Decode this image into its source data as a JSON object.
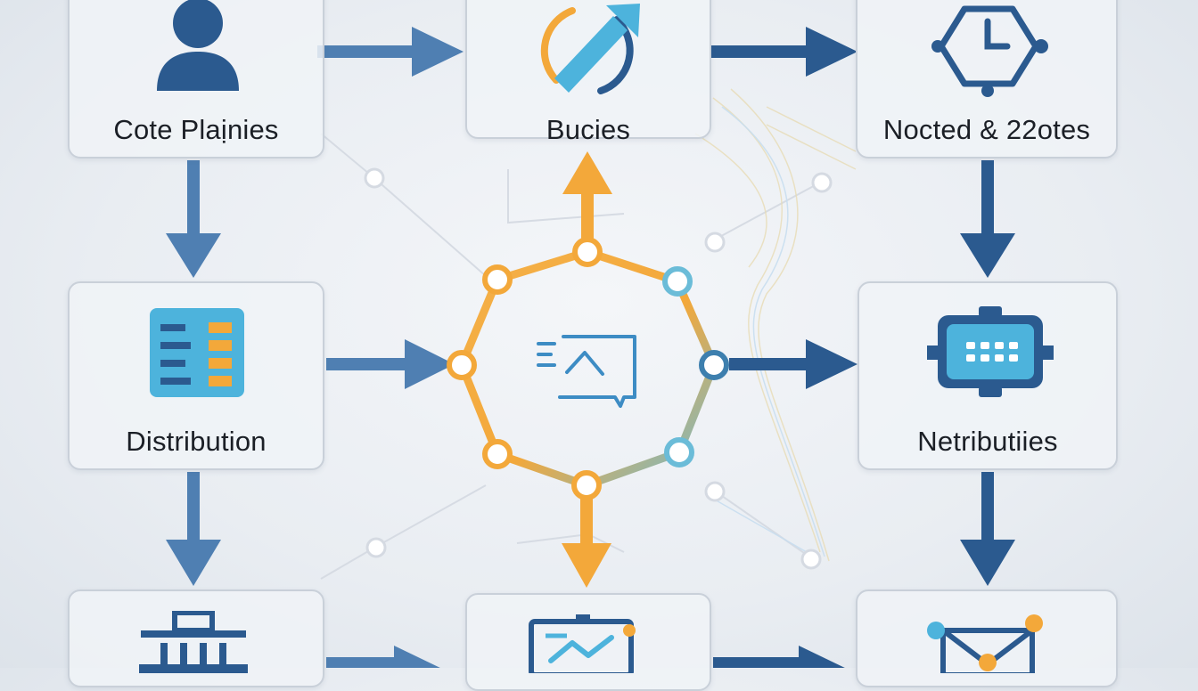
{
  "colors": {
    "blue_dark": "#2b5a8f",
    "blue_mid": "#4f7fb2",
    "orange": "#f3a83a",
    "teal": "#5bb3d1",
    "box_border": "#c9d0d9"
  },
  "nodes": {
    "top_left": {
      "label": "Cote Plaịnies",
      "icon": "person-icon"
    },
    "top_center": {
      "label": "Bucies",
      "icon": "arrow-circle-icon"
    },
    "top_right": {
      "label": "Nocted & 22otes",
      "icon": "clock-hexagon-icon"
    },
    "mid_left": {
      "label": "Distribution",
      "icon": "list-document-icon"
    },
    "mid_right": {
      "label": "Netributiies",
      "icon": "keypad-device-icon"
    },
    "bottom_left": {
      "label": "",
      "icon": "building-icon"
    },
    "bottom_center": {
      "label": "",
      "icon": "chart-board-icon"
    },
    "bottom_right": {
      "label": "",
      "icon": "network-triangle-icon"
    }
  },
  "hub": {
    "icon": "chat-chart-icon"
  }
}
